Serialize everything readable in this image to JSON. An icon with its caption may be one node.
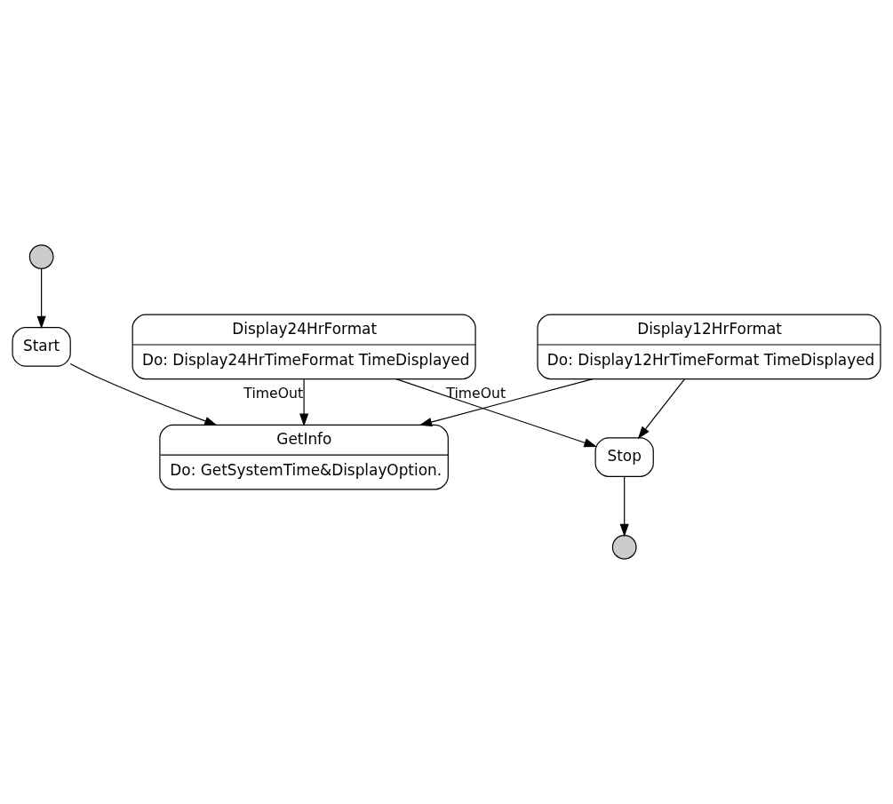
{
  "diagram": {
    "nodes": [
      {
        "text": [],
        "shape": "circle"
      },
      {
        "text": [
          "Start"
        ]
      },
      {
        "text": [
          "GetInfo",
          "Do: GetSystemTime&DisplayOption."
        ]
      },
      {
        "text": [
          "Display12HrFormat",
          "Do: Display12HrTimeFormat TimeDisplayed"
        ]
      },
      {
        "text": [
          "Display24HrFormat",
          "Do: Display24HrTimeFormat TimeDisplayed"
        ]
      },
      {
        "text": [
          "Stop"
        ]
      },
      {
        "text": [],
        "shape": "circle"
      }
    ],
    "edges": [
      {
        "from": 0,
        "to": 1,
        "arrow": "to"
      },
      {
        "from": 1,
        "to": 2,
        "arrow": "to"
      },
      {
        "from": 3,
        "to": 2,
        "arrow": "to",
        "label": "TimeOut"
      },
      {
        "from": 4,
        "to": 2,
        "arrow": "to",
        "label": "TimeOut"
      },
      {
        "from": 3,
        "to": 5,
        "arrow": "to"
      },
      {
        "from": 4,
        "to": 5,
        "arrow": "to"
      },
      {
        "from": 5,
        "to": 6,
        "arrow": "to"
      }
    ]
  }
}
